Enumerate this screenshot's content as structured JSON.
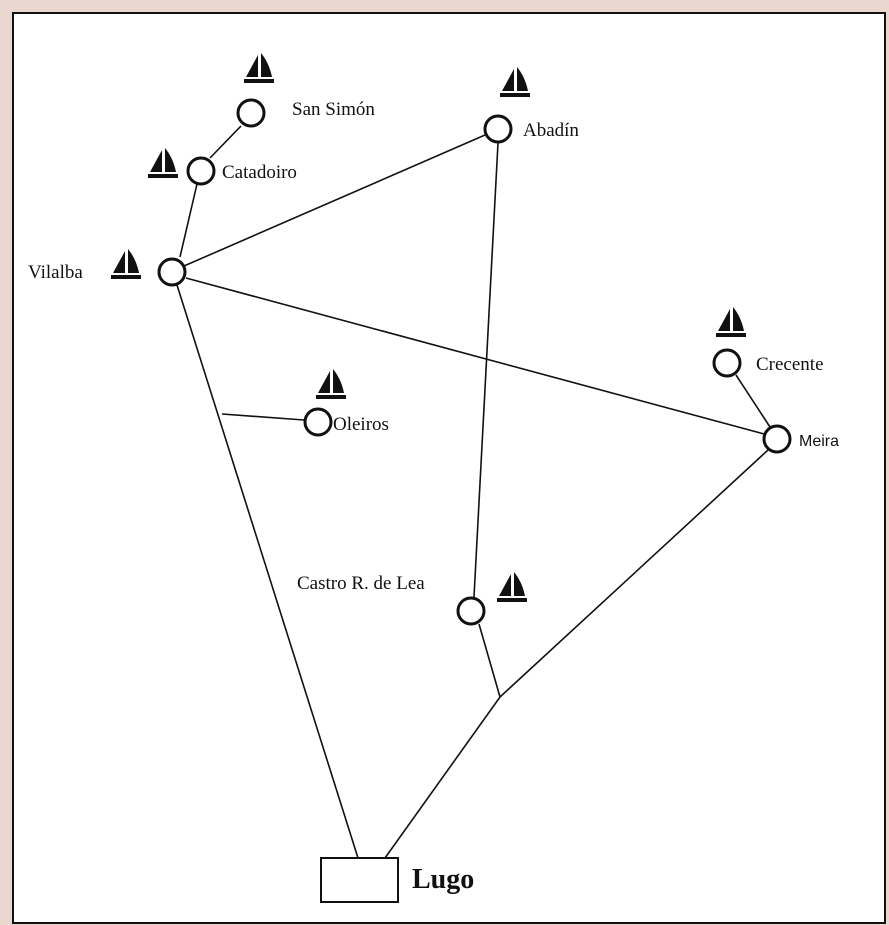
{
  "nodes": [
    {
      "id": "san-simon",
      "label": "San Simón",
      "boat": true
    },
    {
      "id": "abadin",
      "label": "Abadín",
      "boat": true
    },
    {
      "id": "catadoiro",
      "label": "Catadoiro",
      "boat": true
    },
    {
      "id": "vilalba",
      "label": "Vilalba",
      "boat": true
    },
    {
      "id": "crecente",
      "label": "Crecente",
      "boat": true
    },
    {
      "id": "oleiros",
      "label": "Oleiros",
      "boat": true
    },
    {
      "id": "meira",
      "label": "Meira",
      "boat": false
    },
    {
      "id": "castro",
      "label": "Castro R. de Lea",
      "boat": true
    },
    {
      "id": "lugo",
      "label": "Lugo",
      "boat": false
    }
  ],
  "edges": [
    [
      "san-simon",
      "catadoiro"
    ],
    [
      "catadoiro",
      "vilalba"
    ],
    [
      "vilalba",
      "abadin"
    ],
    [
      "vilalba",
      "meira"
    ],
    [
      "vilalba",
      "lugo"
    ],
    [
      "oleiros",
      "vilalba-lugo-branch"
    ],
    [
      "abadin",
      "castro"
    ],
    [
      "crecente",
      "meira"
    ],
    [
      "meira",
      "castro-meira-junction"
    ],
    [
      "castro",
      "castro-meira-junction"
    ],
    [
      "castro-meira-junction",
      "lugo"
    ]
  ],
  "colors": {
    "background": "#e8d6cf",
    "panel": "#ffffff",
    "ink": "#111111"
  }
}
